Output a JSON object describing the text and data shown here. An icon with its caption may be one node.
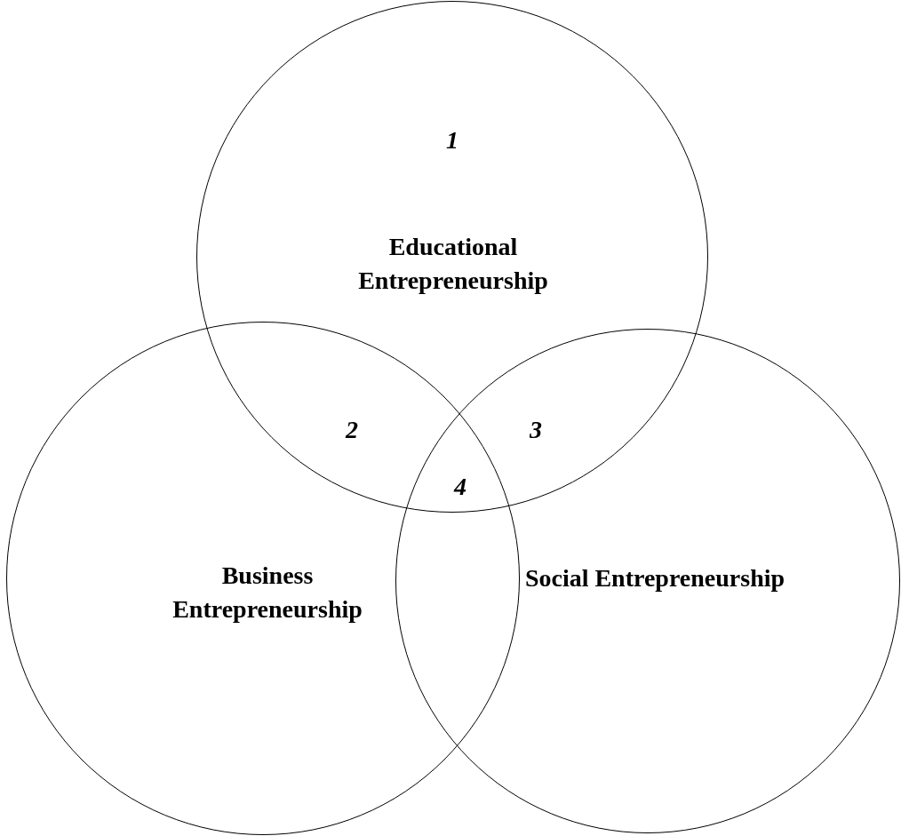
{
  "diagram": {
    "nodes": [
      {
        "text": [
          "Educational Entrepreneurship"
        ]
      },
      {
        "text": [
          "Business Entrepreneurship"
        ]
      },
      {
        "text": [
          "Social Entrepreneurship"
        ]
      }
    ],
    "labels": [
      "1",
      "2",
      "3",
      "4"
    ]
  }
}
